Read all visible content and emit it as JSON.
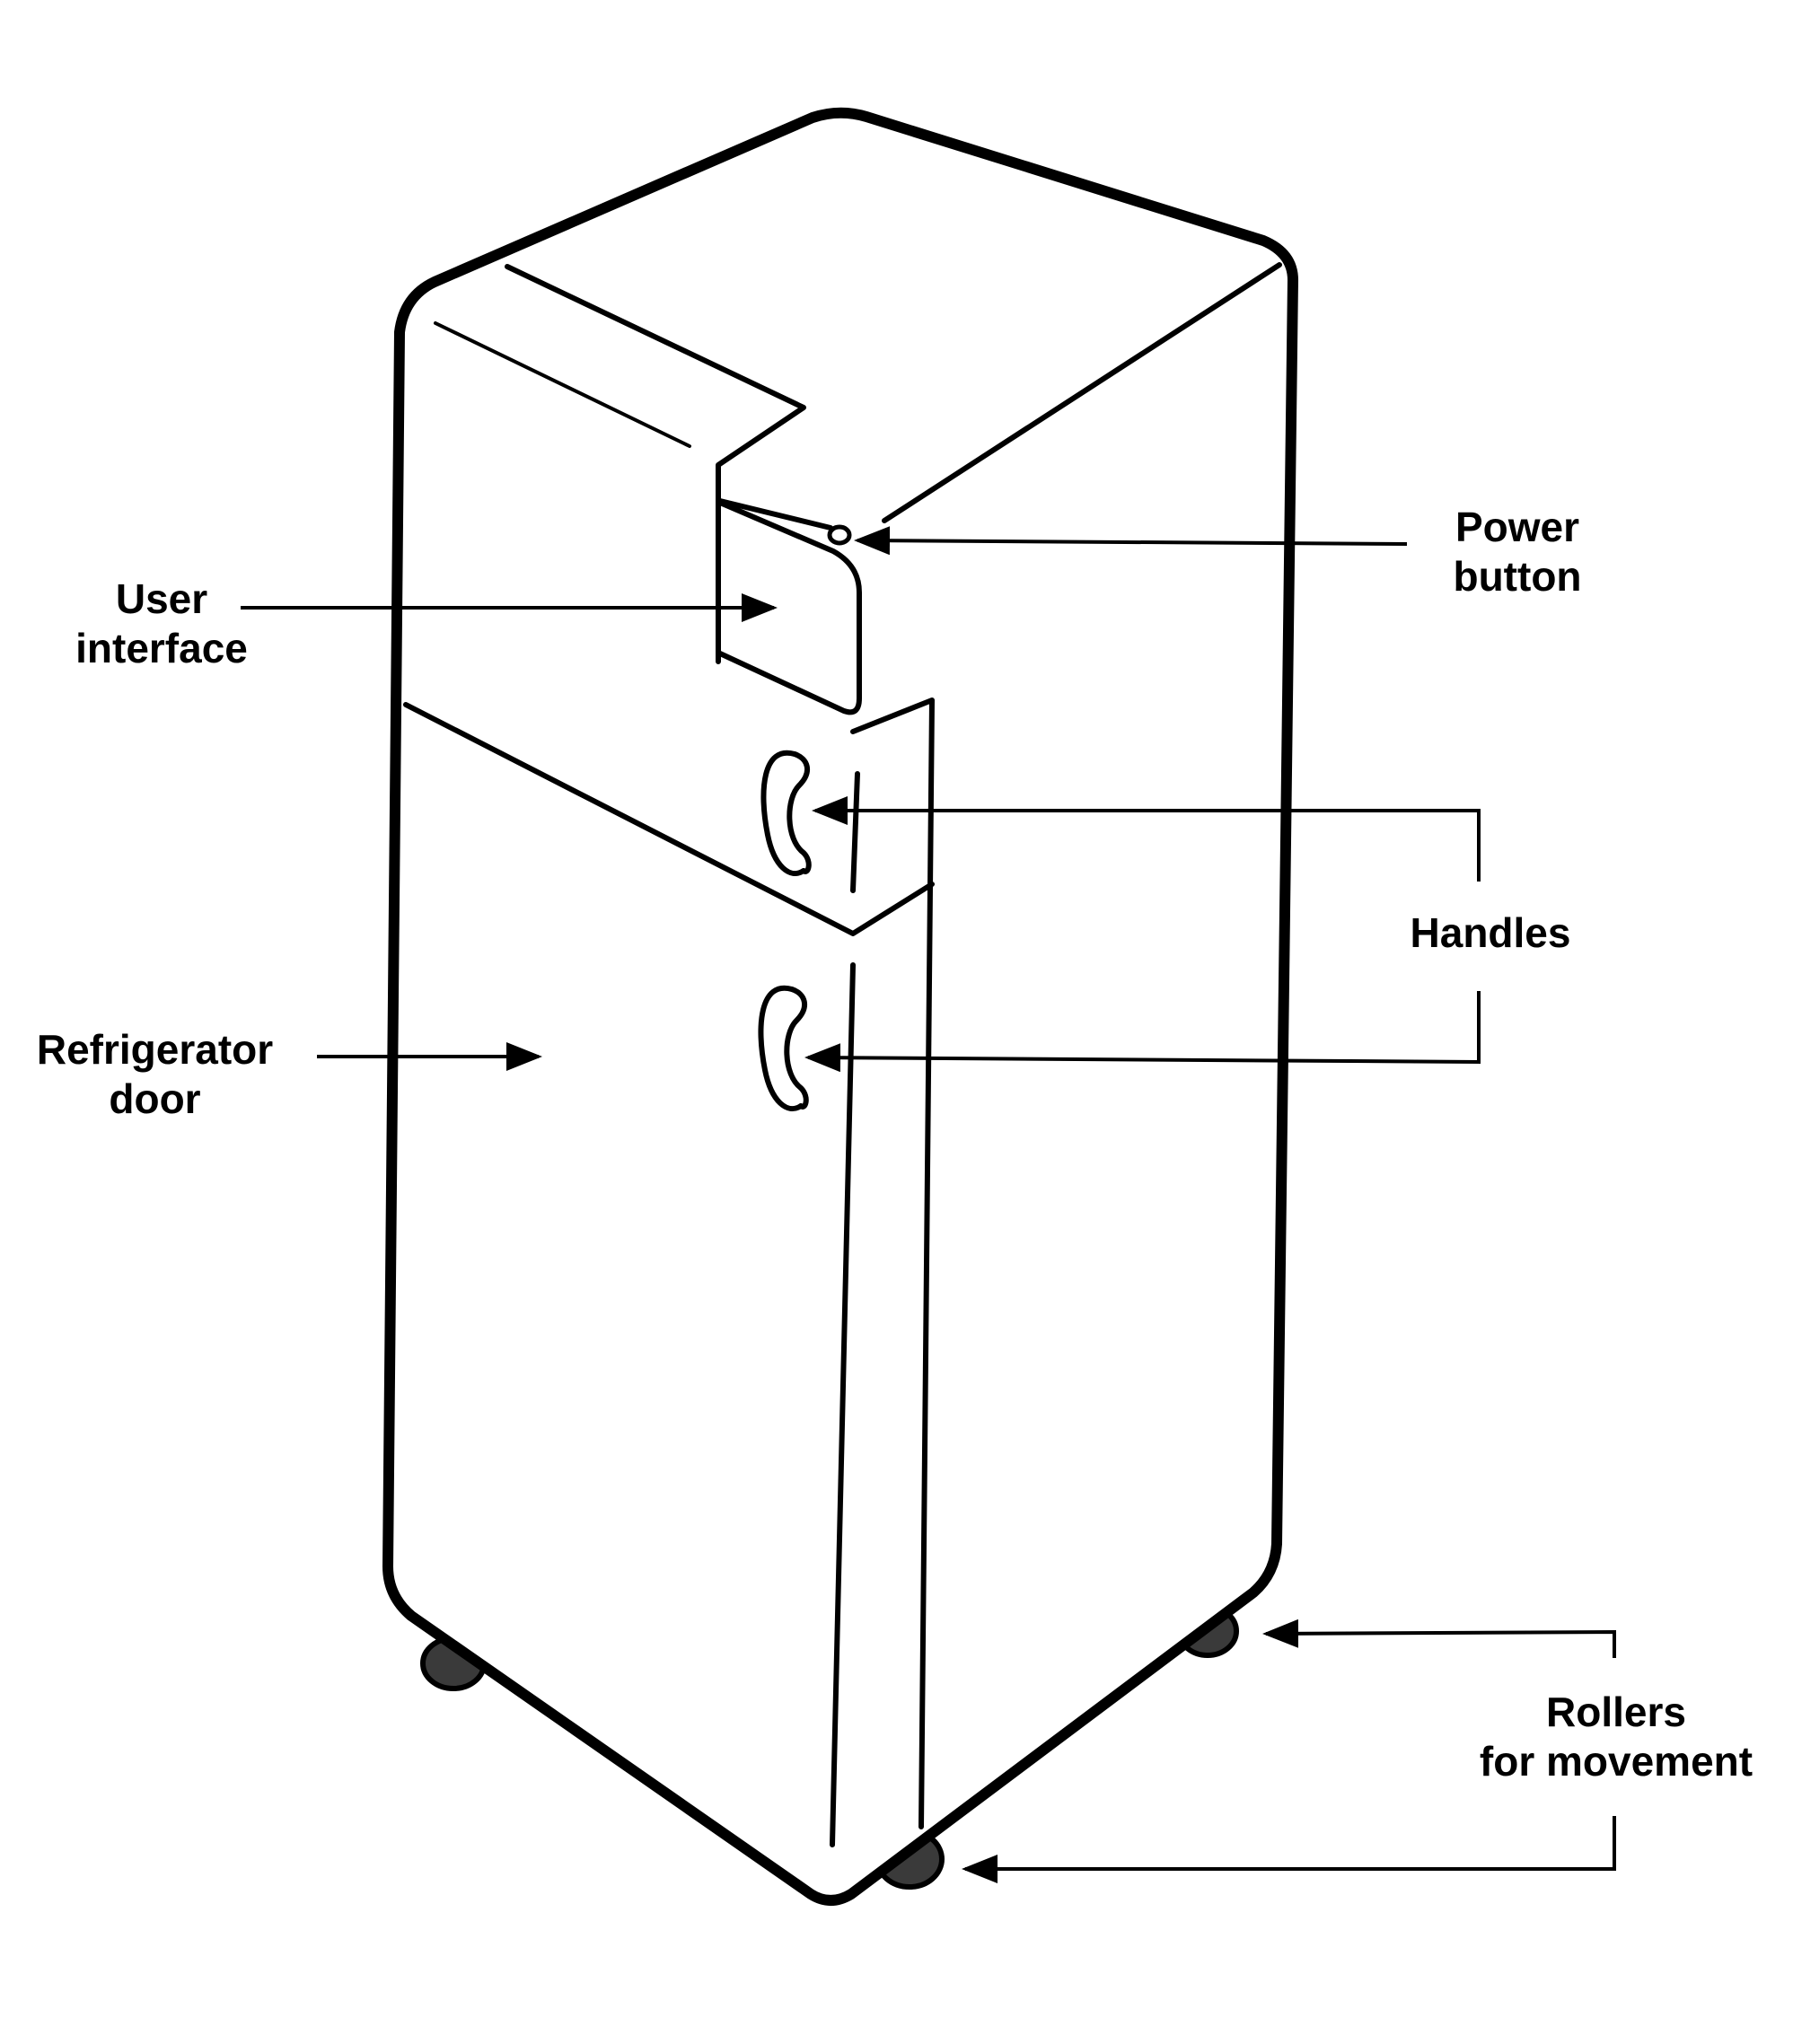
{
  "labels": {
    "power_button": {
      "line1": "Power",
      "line2": "button"
    },
    "user_interface": {
      "line1": "User",
      "line2": "interface"
    },
    "handles": {
      "line1": "Handles"
    },
    "refrigerator_door": {
      "line1": "Refrigerator",
      "line2": "door"
    },
    "rollers": {
      "line1": "Rollers",
      "line2": "for movement"
    }
  },
  "colors": {
    "stroke": "#000000",
    "background": "#ffffff",
    "roller": "#3a3a3a"
  }
}
